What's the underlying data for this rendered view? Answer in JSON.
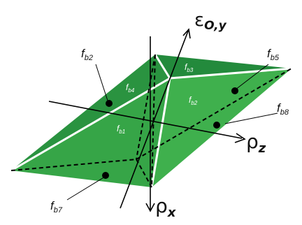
{
  "diagram": {
    "axes": {
      "epsilon": {
        "symbol": "ε",
        "subscript": "O,y"
      },
      "rho_z": {
        "symbol": "ρ",
        "subscript": "z"
      },
      "rho_x": {
        "symbol": "ρ",
        "subscript": "x"
      }
    },
    "callout_labels": {
      "fb2": {
        "base": "f",
        "sub": "b2"
      },
      "fb5": {
        "base": "f",
        "sub": "b5"
      },
      "fb8": {
        "base": "f",
        "sub": "b8"
      },
      "fb7": {
        "base": "f",
        "sub": "b7"
      }
    },
    "face_labels": {
      "fb3": {
        "base": "f",
        "sub": "b3"
      },
      "fb4": {
        "base": "f",
        "sub": "b4"
      },
      "fb2_face": {
        "base": "f",
        "sub": "b2"
      },
      "fb1": {
        "base": "f",
        "sub": "b1"
      }
    },
    "colors": {
      "dark_green": "#238a3c",
      "mid_green": "#2e9a43",
      "light_green": "#3fb04d",
      "edge_white": "#ffffff",
      "line_black": "#000000"
    }
  }
}
